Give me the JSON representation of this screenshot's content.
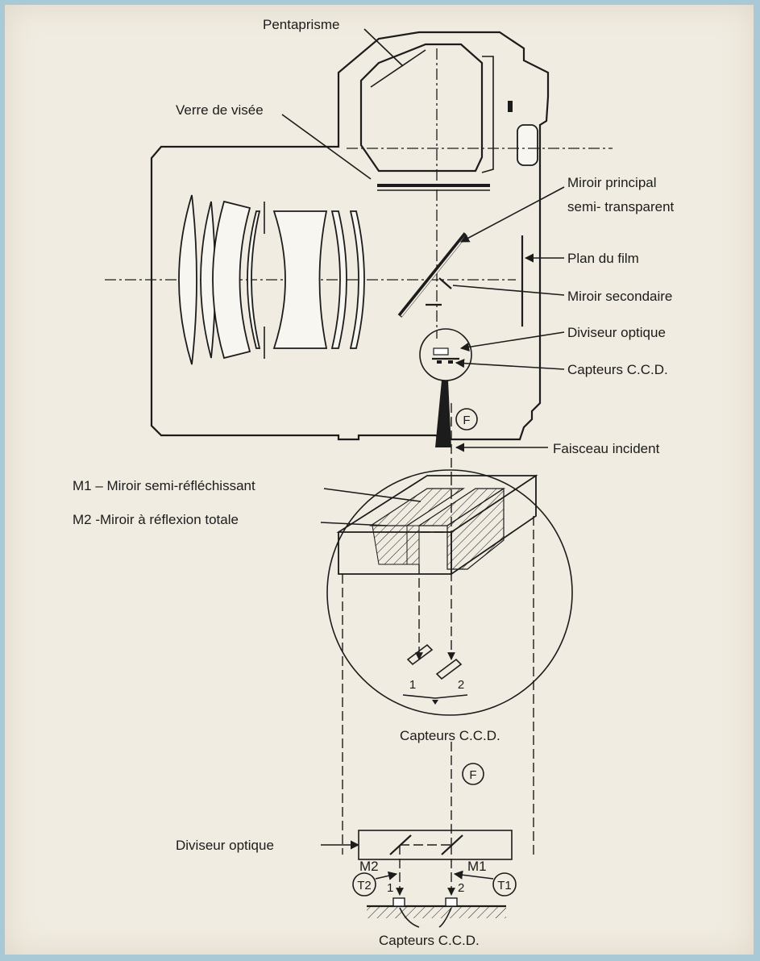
{
  "labels": {
    "pentaprisme": "Pentaprisme",
    "verre_visee": "Verre de visée",
    "miroir_principal_1": "Miroir principal",
    "miroir_principal_2": "semi- transparent",
    "plan_film": "Plan du film",
    "miroir_secondaire": "Miroir secondaire",
    "diviseur_optique_top": "Diviseur optique",
    "capteurs_top": "Capteurs C.C.D.",
    "faisceau": "Faisceau incident",
    "m1_label": "M1 – Miroir semi-réfléchissant",
    "m2_label": "M2 -Miroir à réflexion totale",
    "num1_mid": "1",
    "num2_mid": "2",
    "capteurs_mid": "Capteurs C.C.D.",
    "diviseur_optique_bottom": "Diviseur optique",
    "m2_small": "M2",
    "m1_small": "M1",
    "num1_low": "1",
    "num2_low": "2",
    "capteurs_bottom": "Capteurs C.C.D.",
    "f_circle_1": "F",
    "f_circle_2": "F",
    "t2_circle": "T2",
    "t1_circle": "T1"
  },
  "colors": {
    "background": "#a9c9d6",
    "paper": "#f1ece1",
    "ink": "#1c1c1c"
  }
}
